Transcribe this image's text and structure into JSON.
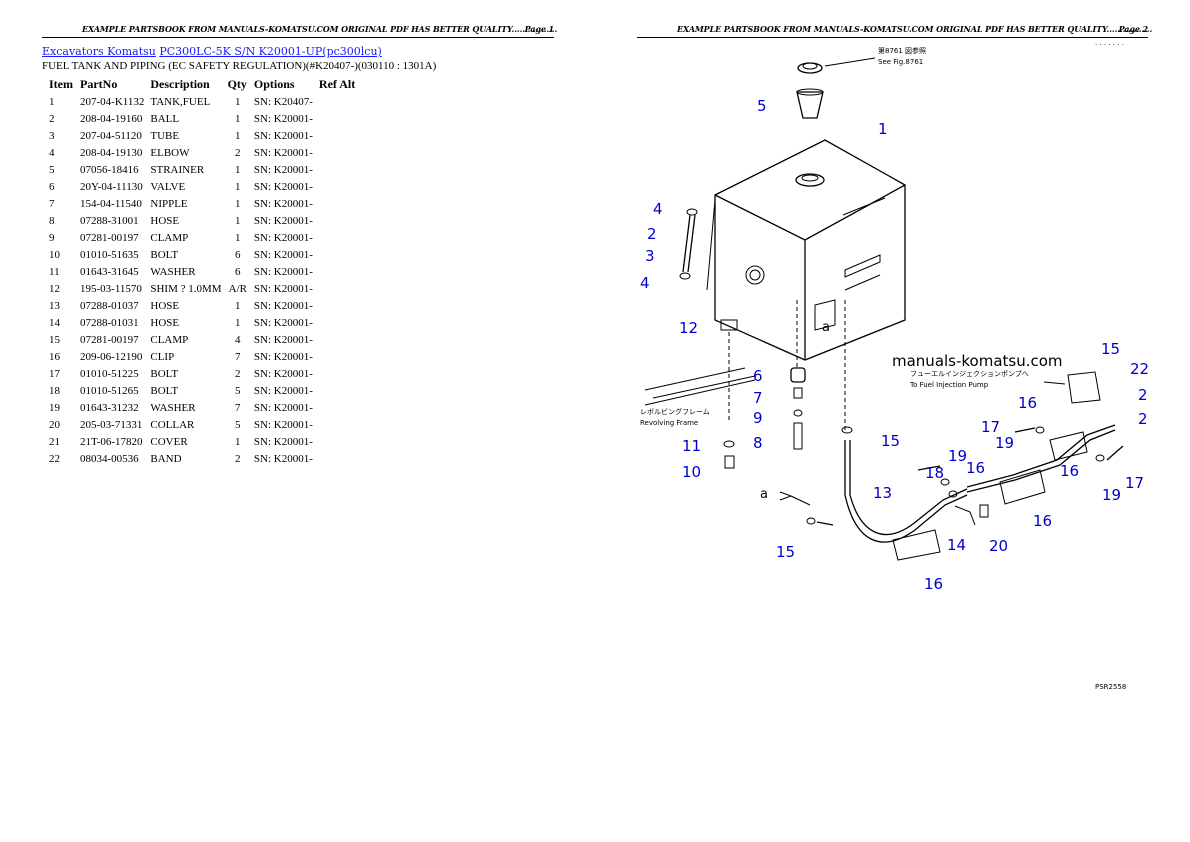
{
  "pages": [
    {
      "banner": "EXAMPLE PARTSBOOK FROM MANUALS-KOMATSU.COM ORIGINAL PDF HAS BETTER QUALITY.................",
      "page_label": "Page 1"
    },
    {
      "banner": "EXAMPLE PARTSBOOK FROM MANUALS-KOMATSU.COM ORIGINAL PDF HAS BETTER QUALITY.................",
      "page_label": "Page 2"
    }
  ],
  "breadcrumb": {
    "link1": "Excavators Komatsu",
    "link2": "PC300LC-5K S/N K20001-UP(pc300lcu)"
  },
  "subtitle": "FUEL TANK AND PIPING (EC SAFETY REGULATION)(#K20407-)(030110 : 1301A)",
  "table": {
    "headers": [
      "Item",
      "PartNo",
      "Description",
      "Qty",
      "Options",
      "Ref Alt"
    ],
    "rows": [
      [
        "1",
        "207-04-K1132",
        "TANK,FUEL",
        "1",
        "SN: K20407-",
        ""
      ],
      [
        "2",
        "208-04-19160",
        "BALL",
        "1",
        "SN: K20001-",
        ""
      ],
      [
        "3",
        "207-04-51120",
        "TUBE",
        "1",
        "SN: K20001-",
        ""
      ],
      [
        "4",
        "208-04-19130",
        "ELBOW",
        "2",
        "SN: K20001-",
        ""
      ],
      [
        "5",
        "07056-18416",
        "STRAINER",
        "1",
        "SN: K20001-",
        ""
      ],
      [
        "6",
        "20Y-04-11130",
        "VALVE",
        "1",
        "SN: K20001-",
        ""
      ],
      [
        "7",
        "154-04-11540",
        "NIPPLE",
        "1",
        "SN: K20001-",
        ""
      ],
      [
        "8",
        "07288-31001",
        "HOSE",
        "1",
        "SN: K20001-",
        ""
      ],
      [
        "9",
        "07281-00197",
        "CLAMP",
        "1",
        "SN: K20001-",
        ""
      ],
      [
        "10",
        "01010-51635",
        "BOLT",
        "6",
        "SN: K20001-",
        ""
      ],
      [
        "11",
        "01643-31645",
        "WASHER",
        "6",
        "SN: K20001-",
        ""
      ],
      [
        "12",
        "195-03-11570",
        "SHIM ? 1.0MM",
        "A/R",
        "SN: K20001-",
        ""
      ],
      [
        "13",
        "07288-01037",
        "HOSE",
        "1",
        "SN: K20001-",
        ""
      ],
      [
        "14",
        "07288-01031",
        "HOSE",
        "1",
        "SN: K20001-",
        ""
      ],
      [
        "15",
        "07281-00197",
        "CLAMP",
        "4",
        "SN: K20001-",
        ""
      ],
      [
        "16",
        "209-06-12190",
        "CLIP",
        "7",
        "SN: K20001-",
        ""
      ],
      [
        "17",
        "01010-51225",
        "BOLT",
        "2",
        "SN: K20001-",
        ""
      ],
      [
        "18",
        "01010-51265",
        "BOLT",
        "5",
        "SN: K20001-",
        ""
      ],
      [
        "19",
        "01643-31232",
        "WASHER",
        "7",
        "SN: K20001-",
        ""
      ],
      [
        "20",
        "205-03-71331",
        "COLLAR",
        "5",
        "SN: K20001-",
        ""
      ],
      [
        "21",
        "21T-06-17820",
        "COVER",
        "1",
        "SN: K20001-",
        ""
      ],
      [
        "22",
        "08034-00536",
        "BAND",
        "2",
        "SN: K20001-",
        ""
      ]
    ]
  },
  "diagram": {
    "watermark": "manuals-komatsu.com",
    "ref_jp": "第8761 図参照",
    "ref_en": "See Fig.8761",
    "frame_jp": "レボルビングフレーム",
    "frame_en": "Revolving Frame",
    "pump_jp": "フューエルインジェクションポンプへ",
    "pump_en": "To Fuel Injection Pump",
    "code": "PSR2558",
    "dots": "· · · · · · ·",
    "detail_a": "a",
    "callouts": [
      "1",
      "2",
      "3",
      "4",
      "4",
      "5",
      "6",
      "7",
      "8",
      "9",
      "10",
      "11",
      "12",
      "13",
      "14",
      "15",
      "15",
      "15",
      "16",
      "16",
      "16",
      "16",
      "16",
      "17",
      "17",
      "18",
      "19",
      "19",
      "19",
      "20",
      "22",
      "2",
      "2"
    ]
  }
}
